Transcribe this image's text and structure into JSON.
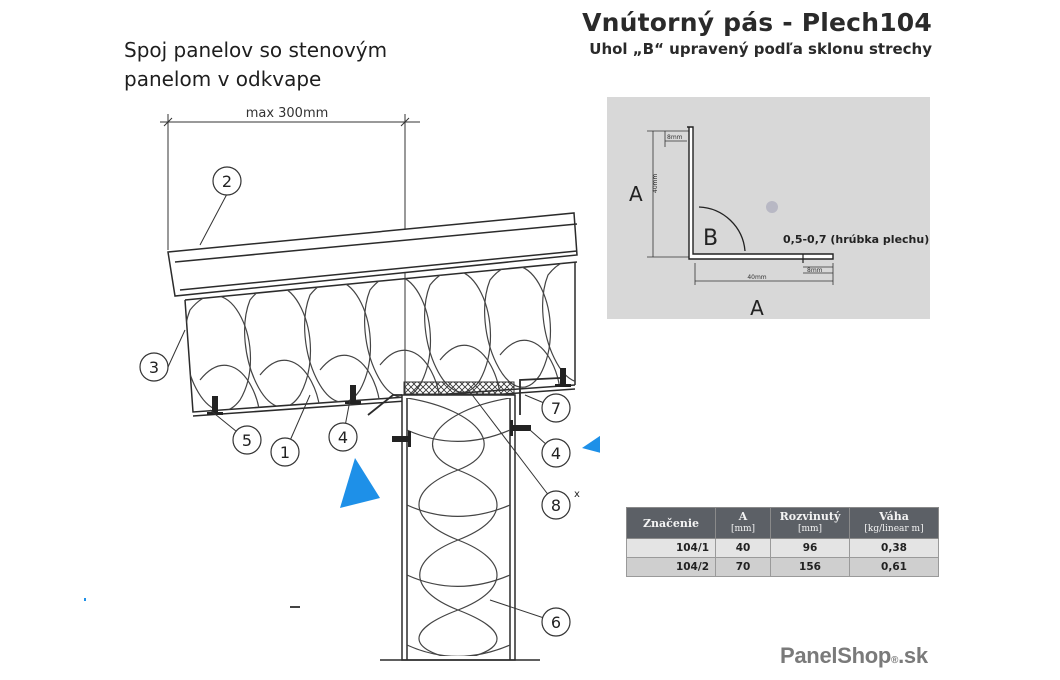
{
  "left_title": "Spoj panelov so stenovým panelom v odkvape",
  "right_title": {
    "main": "Vnútorný pás - Plech104",
    "sub": "Uhol „B“ upravený podľa sklonu strechy"
  },
  "dimension_label": "max 300mm",
  "callouts": [
    "2",
    "3",
    "5",
    "1",
    "4",
    "7",
    "4",
    "8",
    "6"
  ],
  "callout_8_mark": "x",
  "detail": {
    "label_a_vertical": "A",
    "label_a_horizontal": "A",
    "label_b": "B",
    "dim_vertical": "40mm",
    "dim_horizontal": "40mm",
    "dim_top_flange": "8mm",
    "dim_bottom_flange": "8mm",
    "thickness_note": "0,5-0,7 (hrúbka plechu)"
  },
  "table": {
    "headers": [
      {
        "label": "Značenie",
        "unit": ""
      },
      {
        "label": "A",
        "unit": "[mm]"
      },
      {
        "label": "Rozvinutý",
        "unit": "[mm]"
      },
      {
        "label": "Váha",
        "unit": "[kg/linear m]"
      }
    ],
    "rows": [
      [
        "104/1",
        "40",
        "96",
        "0,38"
      ],
      [
        "104/2",
        "70",
        "156",
        "0,61"
      ]
    ]
  },
  "brand": {
    "name": "PanelShop",
    "suffix": ".sk",
    "mark": "®"
  },
  "colors": {
    "arrow": "#1e90e8",
    "line": "#2b2b2b",
    "detail_bg": "#d8d8d8"
  }
}
